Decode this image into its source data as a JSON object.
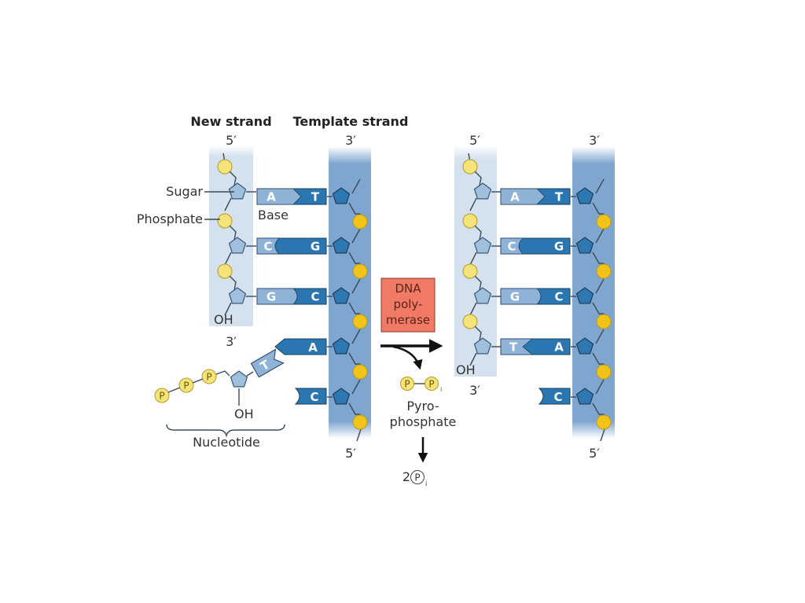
{
  "headers": {
    "new_strand": "New strand",
    "template_strand": "Template strand"
  },
  "ends": {
    "left_new_top": "5′",
    "left_new_bottom": "3′",
    "left_template_top": "3′",
    "left_template_bottom": "5′",
    "right_new_top": "5′",
    "right_new_bottom": "3′",
    "right_template_top": "3′",
    "right_template_bottom": "5′"
  },
  "labels": {
    "sugar": "Sugar",
    "phosphate": "Phosphate",
    "base": "Base",
    "oh": "OH",
    "nucleotide": "Nucleotide",
    "pyrophosphate_line1": "Pyro-",
    "pyrophosphate_line2": "phosphate",
    "phosphate_symbol": "P",
    "inorganic_sub": "i",
    "two_pi_coef": "2"
  },
  "enzyme": {
    "line1": "DNA",
    "line2": "poly-",
    "line3": "merase"
  },
  "left_pairs": [
    {
      "new": "A",
      "template": "T"
    },
    {
      "new": "C",
      "template": "G"
    },
    {
      "new": "G",
      "template": "C"
    }
  ],
  "incoming": {
    "new": "T",
    "template": "A"
  },
  "unpaired_template": "C",
  "right_pairs": [
    {
      "new": "A",
      "template": "T"
    },
    {
      "new": "C",
      "template": "G"
    },
    {
      "new": "G",
      "template": "C"
    },
    {
      "new": "T",
      "template": "A"
    }
  ],
  "colors": {
    "new_band": "#d4e1ee",
    "template_band": "#7ea6cf",
    "light_base": "#8fb3d6",
    "dark_base": "#2a76b0",
    "light_sugar": "#9fbfdc",
    "dark_sugar": "#2e78b2",
    "phosphate_light": "#f4e37a",
    "phosphate_dark": "#f2c318",
    "enzyme_box": "#f07a66"
  }
}
